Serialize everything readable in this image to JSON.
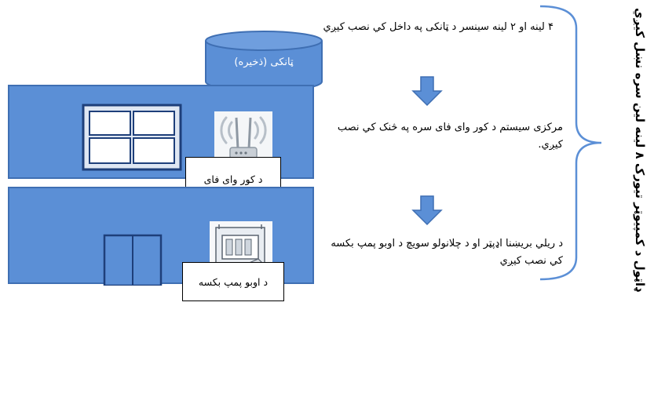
{
  "house": {
    "tank_label": "ټانکی (ذخیره)",
    "wifi_label": "د کور وای فای",
    "pump_label": "د اوبو پمپ بکسه"
  },
  "steps": [
    {
      "text": "۴ لینه او ۲ لینه سینسر د ټانکی په داخل کي نصب کيږي"
    },
    {
      "text": "مرکزی سیستم د کور وای فای سره په څنک کي نصب کيږي."
    },
    {
      "text": "د ريلي بریښنا اډپټر او د چلانولو سويچ د اوبو پمپ بکسه کي نصب کيږي"
    }
  ],
  "side_title": "ډاټول د کمپیوټر تیورک ۸ لینه لین سره نښل کيږي",
  "icons": {
    "arrow": "down-arrow-icon",
    "wifi": "wifi-router-icon",
    "pump": "pump-control-box-icon",
    "brace": "curly-brace-icon"
  },
  "colors": {
    "wall": "#5b8fd6",
    "wall_border": "#3f6fb3",
    "arrow": "#5b8fd6"
  }
}
